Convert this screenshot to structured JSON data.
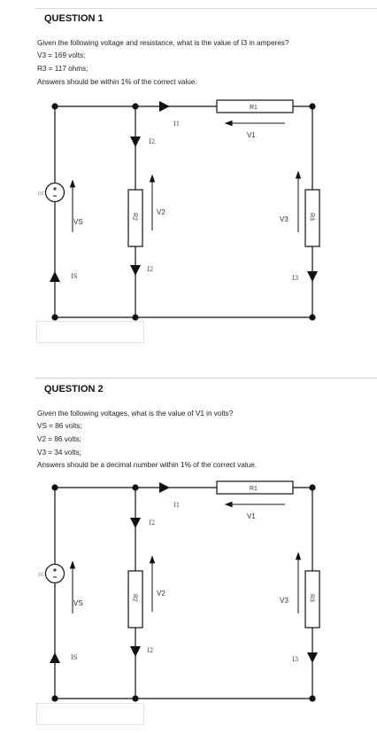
{
  "q1": {
    "title": "QUESTION 1",
    "lines": [
      "Given the following voltage and resistance, what is the value of I3 in amperes?",
      "V3 = 169 volts;",
      "R3 = 117 ohms;",
      "Answers should be within 1% of the correct value."
    ],
    "answer_value": ""
  },
  "q2": {
    "title": "QUESTION 2",
    "lines": [
      "Given the following voltages, what is the value of V1 in volts?",
      "VS = 86 volts;",
      "V2 = 86 volts;",
      "V3 = 34 volts;",
      "Answers should be a decimal number within 1% of the correct value."
    ],
    "answer_value": ""
  },
  "circuit": {
    "dc": "DC",
    "vs": "VS",
    "is": "IS",
    "i1": "I1",
    "i2_top": "I2",
    "i2_bottom": "I2",
    "v2": "V2",
    "r2": "R2",
    "r1": "R1",
    "v1": "V1",
    "v3": "V3",
    "r3": "R3",
    "i3": "I3"
  }
}
